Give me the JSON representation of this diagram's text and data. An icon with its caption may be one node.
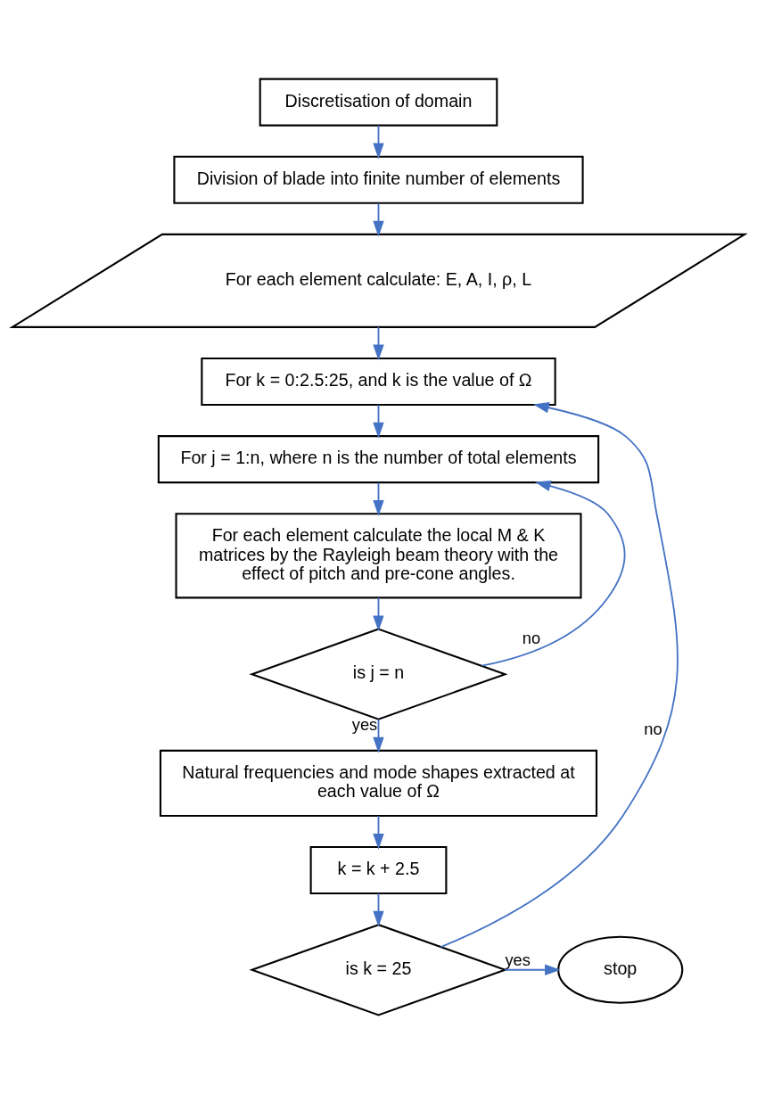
{
  "diagram": {
    "nodes": [
      {
        "text": [
          "Discretisation of domain"
        ]
      },
      {
        "text": [
          "Division of blade into finite number of elements"
        ]
      },
      {
        "text": [
          "For each element calculate: E, A, I, ρ, L"
        ]
      },
      {
        "text": [
          "For k = 0:2.5:25, and k is the value of Ω"
        ]
      },
      {
        "text": [
          "For j = 1:n, where n is the number of total elements"
        ]
      },
      {
        "text": [
          "For each element calculate the local M & K matrices by the Rayleigh beam theory with the effect of pitch and pre-cone angles."
        ]
      },
      {
        "text": [
          "is j = n"
        ]
      },
      {
        "text": [
          "Natural frequencies and mode shapes extracted at each value of Ω"
        ]
      },
      {
        "text": [
          "k = k + 2.5"
        ]
      },
      {
        "text": [
          "is k = 25"
        ]
      },
      {
        "text": [
          "stop"
        ]
      }
    ],
    "edges": [
      {
        "from": 0,
        "to": 1,
        "arrow": "to"
      },
      {
        "from": 1,
        "to": 2,
        "arrow": "to"
      },
      {
        "from": 2,
        "to": 3,
        "arrow": "to"
      },
      {
        "from": 3,
        "to": 4,
        "arrow": "to"
      },
      {
        "from": 4,
        "to": 5,
        "arrow": "to"
      },
      {
        "from": 5,
        "to": 6,
        "arrow": "to"
      },
      {
        "from": 6,
        "to": 4,
        "arrow": "to",
        "label": "no"
      },
      {
        "from": 6,
        "to": 7,
        "arrow": "to",
        "label": "yes"
      },
      {
        "from": 7,
        "to": 8,
        "arrow": "to"
      },
      {
        "from": 8,
        "to": 9,
        "arrow": "to"
      },
      {
        "from": 9,
        "to": 10,
        "arrow": "to",
        "label": "yes"
      },
      {
        "from": 9,
        "to": 3,
        "arrow": "to",
        "label": "no"
      }
    ]
  }
}
